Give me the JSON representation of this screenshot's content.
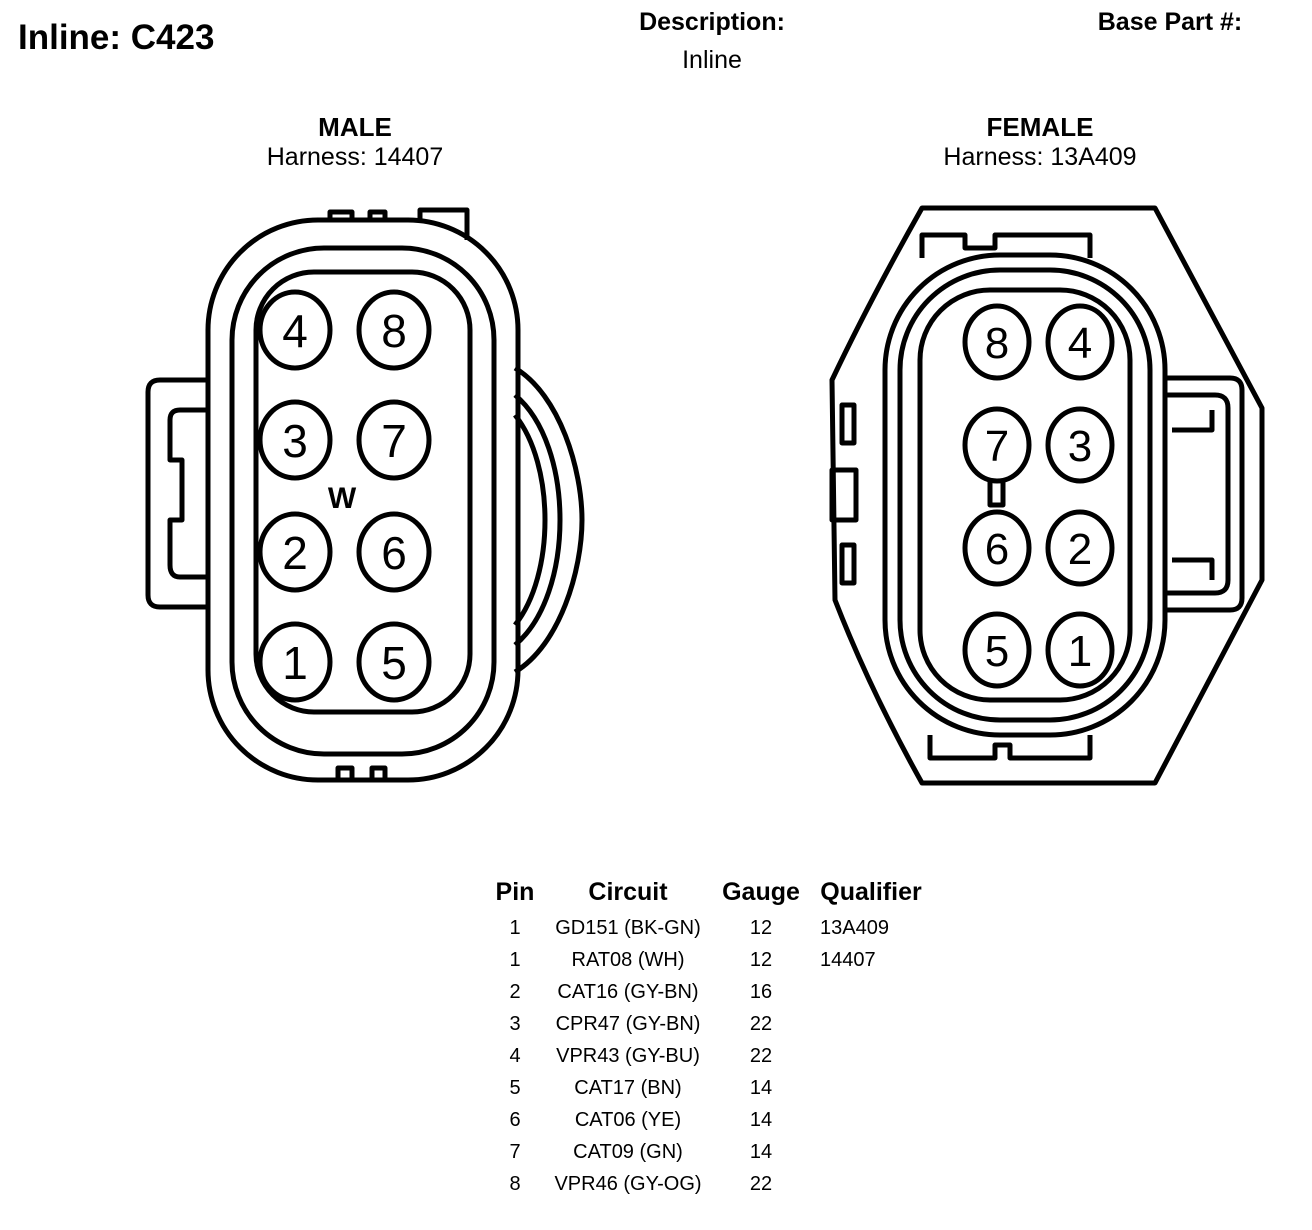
{
  "header": {
    "title": "Inline: C423",
    "description_label": "Description:",
    "description_value": "Inline",
    "base_part_label": "Base Part #:"
  },
  "male": {
    "label": "MALE",
    "harness": "Harness: 14407",
    "key_mark": "W",
    "pins": [
      "1",
      "2",
      "3",
      "4",
      "5",
      "6",
      "7",
      "8"
    ]
  },
  "female": {
    "label": "FEMALE",
    "harness": "Harness: 13A409",
    "pins": [
      "1",
      "2",
      "3",
      "4",
      "5",
      "6",
      "7",
      "8"
    ]
  },
  "table": {
    "headers": [
      "Pin",
      "Circuit",
      "Gauge",
      "Qualifier"
    ],
    "rows": [
      {
        "pin": "1",
        "circuit": "GD151 (BK-GN)",
        "gauge": "12",
        "qualifier": "13A409"
      },
      {
        "pin": "1",
        "circuit": "RAT08 (WH)",
        "gauge": "12",
        "qualifier": "14407"
      },
      {
        "pin": "2",
        "circuit": "CAT16 (GY-BN)",
        "gauge": "16",
        "qualifier": ""
      },
      {
        "pin": "3",
        "circuit": "CPR47 (GY-BN)",
        "gauge": "22",
        "qualifier": ""
      },
      {
        "pin": "4",
        "circuit": "VPR43 (GY-BU)",
        "gauge": "22",
        "qualifier": ""
      },
      {
        "pin": "5",
        "circuit": "CAT17 (BN)",
        "gauge": "14",
        "qualifier": ""
      },
      {
        "pin": "6",
        "circuit": "CAT06 (YE)",
        "gauge": "14",
        "qualifier": ""
      },
      {
        "pin": "7",
        "circuit": "CAT09 (GN)",
        "gauge": "14",
        "qualifier": ""
      },
      {
        "pin": "8",
        "circuit": "VPR46 (GY-OG)",
        "gauge": "22",
        "qualifier": ""
      }
    ]
  }
}
